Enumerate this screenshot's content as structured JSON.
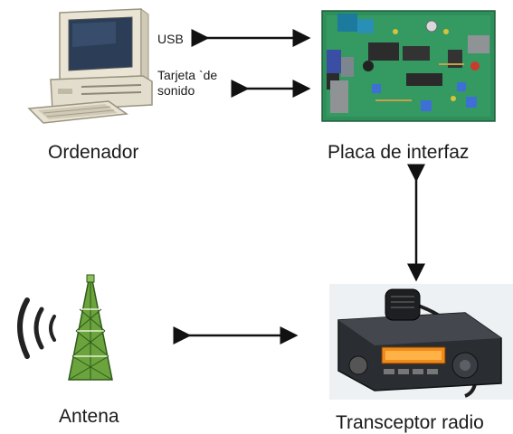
{
  "nodes": {
    "computer": "Ordenador",
    "interface_board": "Placa de interfaz",
    "antenna": "Antena",
    "transceiver": "Transceptor radio"
  },
  "links": {
    "usb": "USB",
    "sound_card_line1": "Tarjeta `de",
    "sound_card_line2": "sonido"
  }
}
